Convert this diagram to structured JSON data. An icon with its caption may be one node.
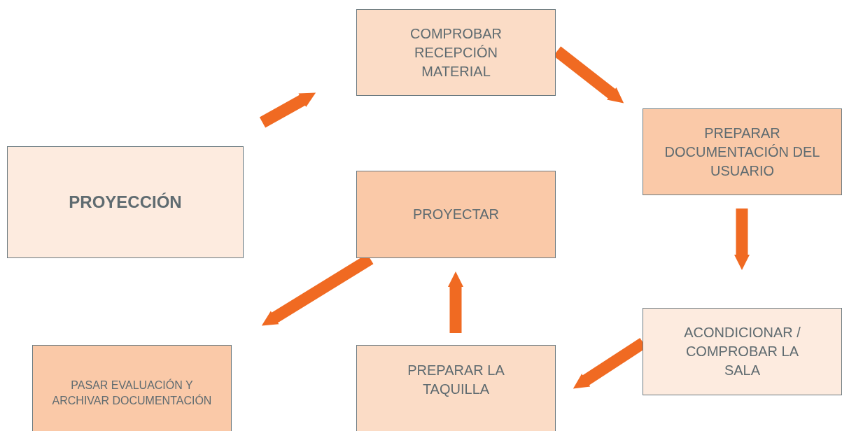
{
  "diagram": {
    "nodes": [
      {
        "text": [
          "PROYECCIÓN"
        ]
      },
      {
        "text": [
          "COMPROBAR RECEPCIÓN MATERIAL"
        ]
      },
      {
        "text": [
          "PREPARAR DOCUMENTACIÓN DEL USUARIO"
        ]
      },
      {
        "text": [
          "ACONDICIONAR / COMPROBAR LA SALA"
        ]
      },
      {
        "text": [
          "PREPARAR LA TAQUILLA"
        ]
      },
      {
        "text": [
          "PROYECTAR"
        ]
      },
      {
        "text": [
          "PASAR EVALUACIÓN Y ARCHIVAR DOCUMENTACIÓN"
        ]
      }
    ],
    "edges": [
      {
        "from": 0,
        "to": 1,
        "arrow": "to"
      },
      {
        "from": 1,
        "to": 2,
        "arrow": "to"
      },
      {
        "from": 2,
        "to": 3,
        "arrow": "to"
      },
      {
        "from": 3,
        "to": 4,
        "arrow": "to"
      },
      {
        "from": 4,
        "to": 5,
        "arrow": "to"
      },
      {
        "from": 5,
        "to": 6,
        "arrow": "to"
      }
    ]
  }
}
